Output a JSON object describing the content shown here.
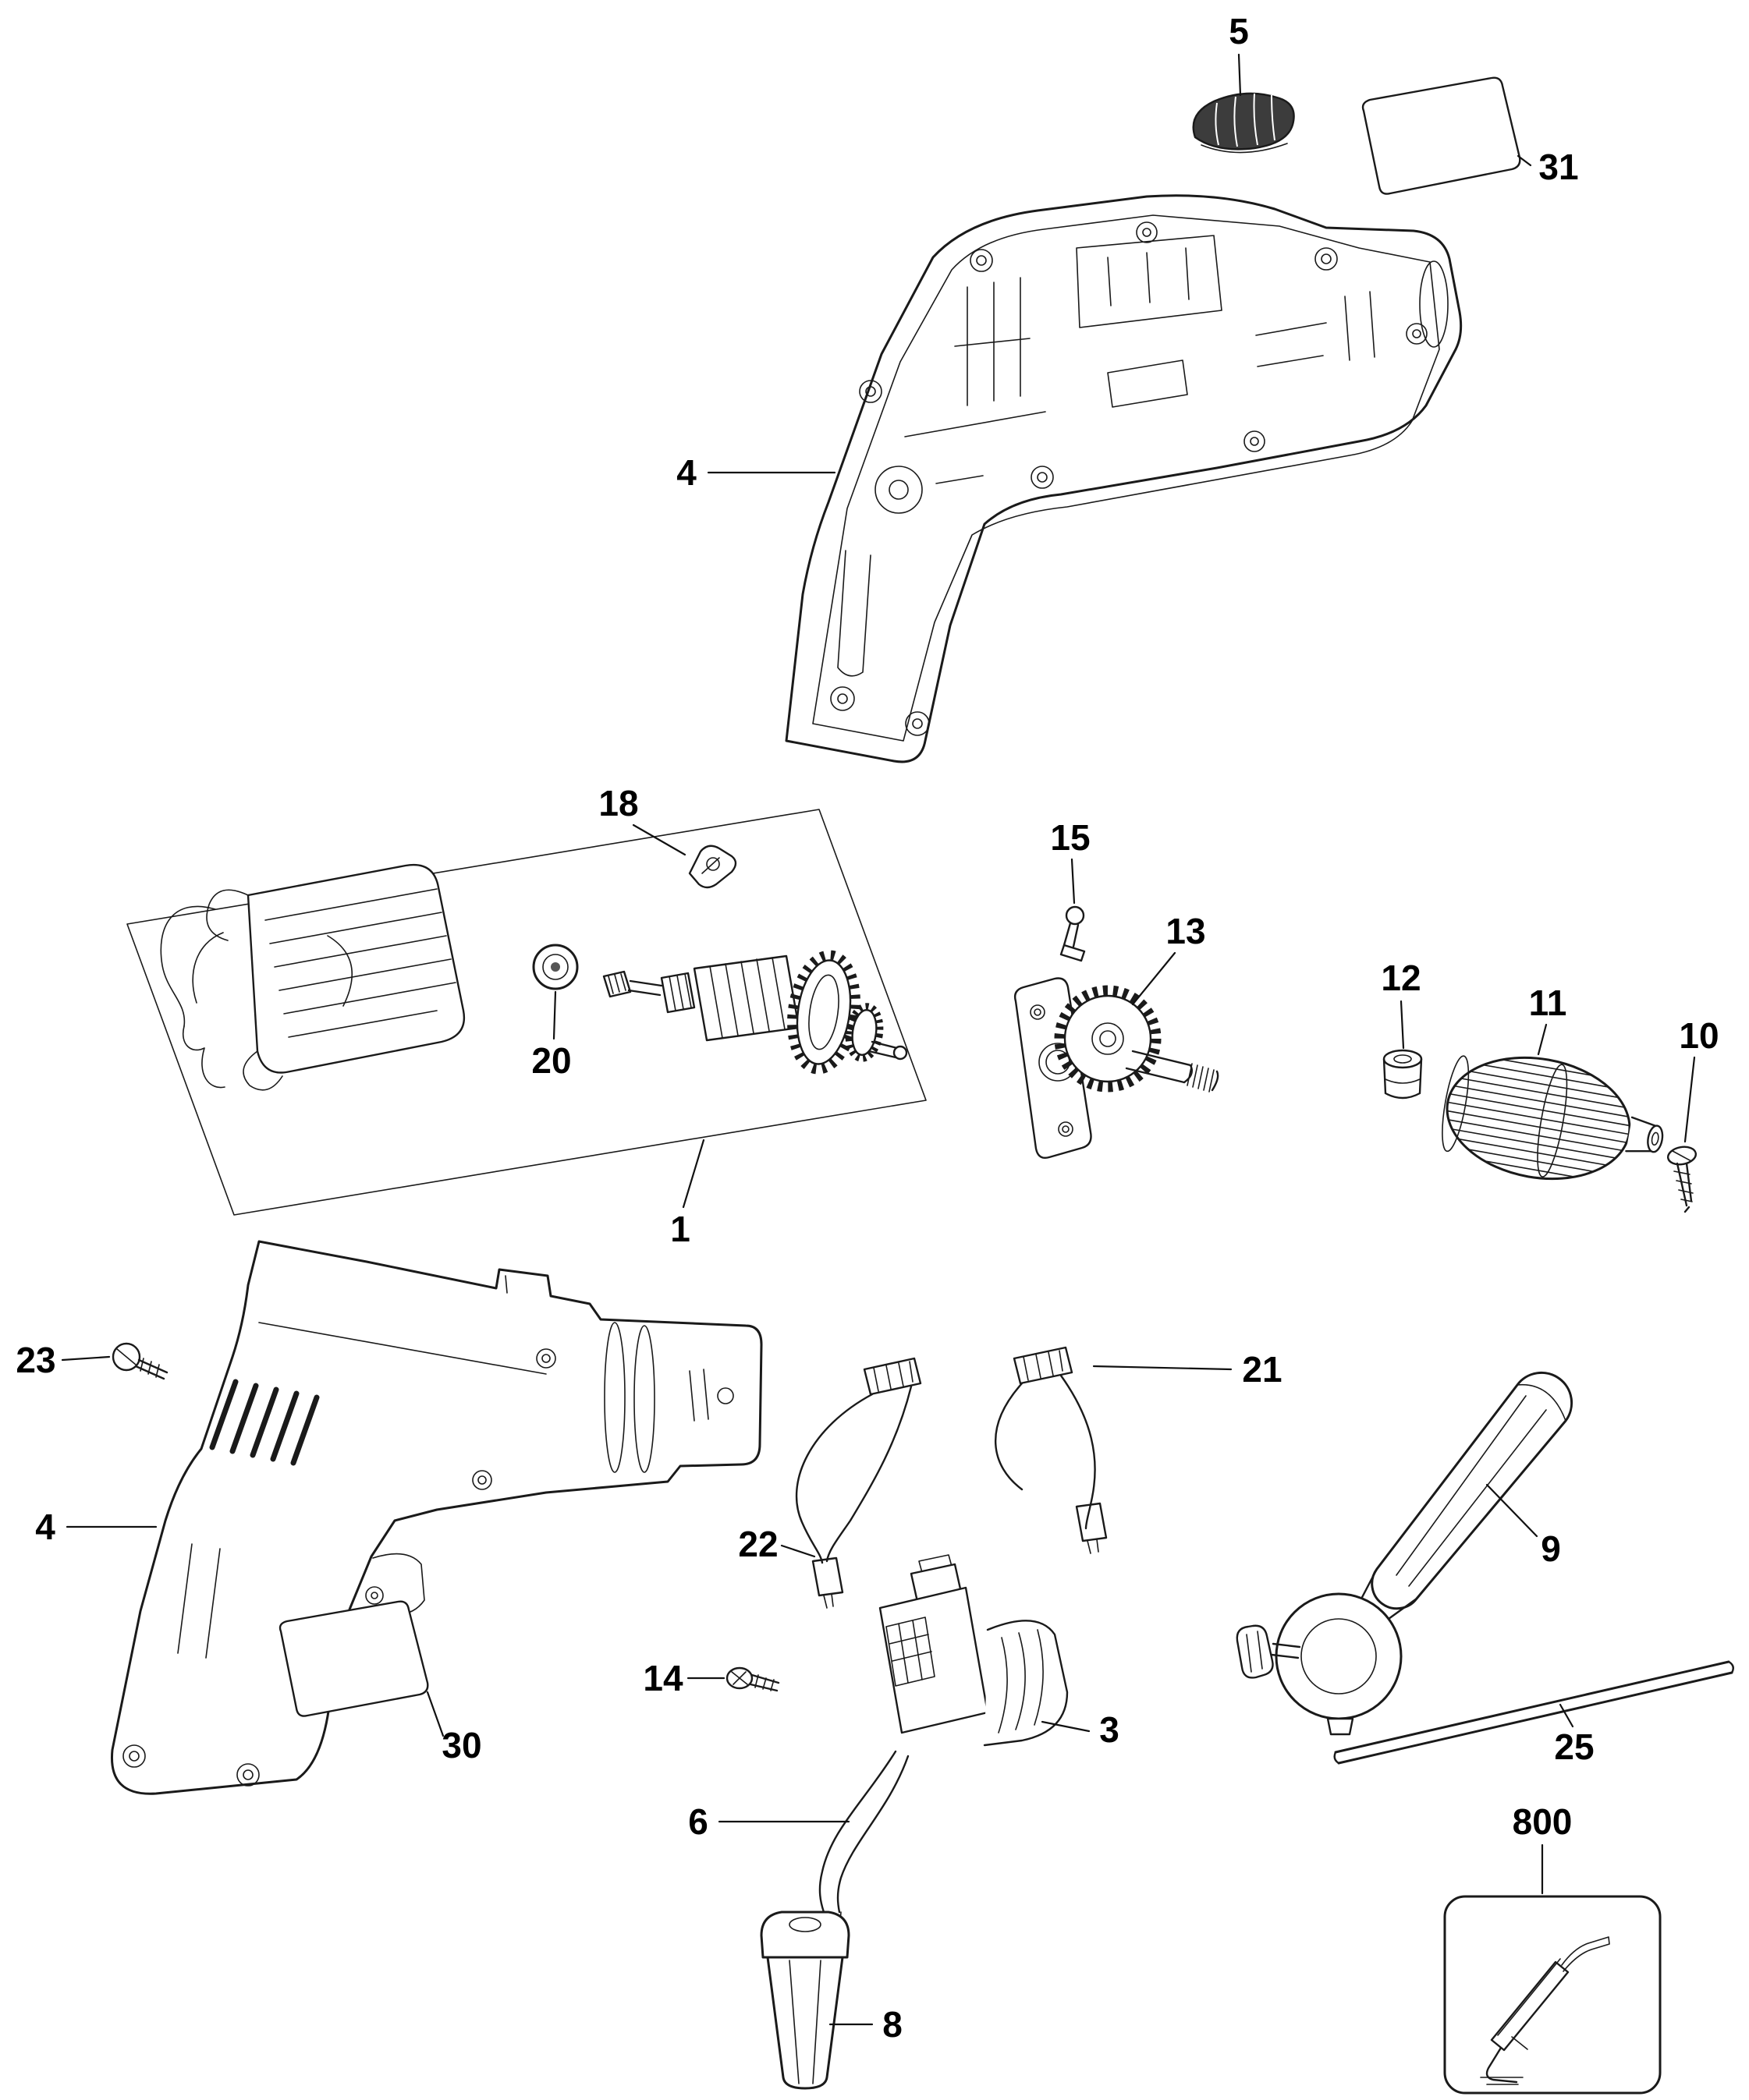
{
  "diagram": {
    "type": "exploded-parts-diagram",
    "colors": {
      "background": "#ffffff",
      "line": "#1a1a1a",
      "dark_part": "#3c3c3c",
      "shade": "#dddddd"
    },
    "callouts": [
      {
        "label": "5"
      },
      {
        "label": "31"
      },
      {
        "label": "4"
      },
      {
        "label": "18"
      },
      {
        "label": "20"
      },
      {
        "label": "1"
      },
      {
        "label": "15"
      },
      {
        "label": "13"
      },
      {
        "label": "12"
      },
      {
        "label": "11"
      },
      {
        "label": "10"
      },
      {
        "label": "23"
      },
      {
        "label": "4"
      },
      {
        "label": "22"
      },
      {
        "label": "21"
      },
      {
        "label": "9"
      },
      {
        "label": "14"
      },
      {
        "label": "3"
      },
      {
        "label": "30"
      },
      {
        "label": "6"
      },
      {
        "label": "25"
      },
      {
        "label": "8"
      },
      {
        "label": "800"
      }
    ]
  }
}
